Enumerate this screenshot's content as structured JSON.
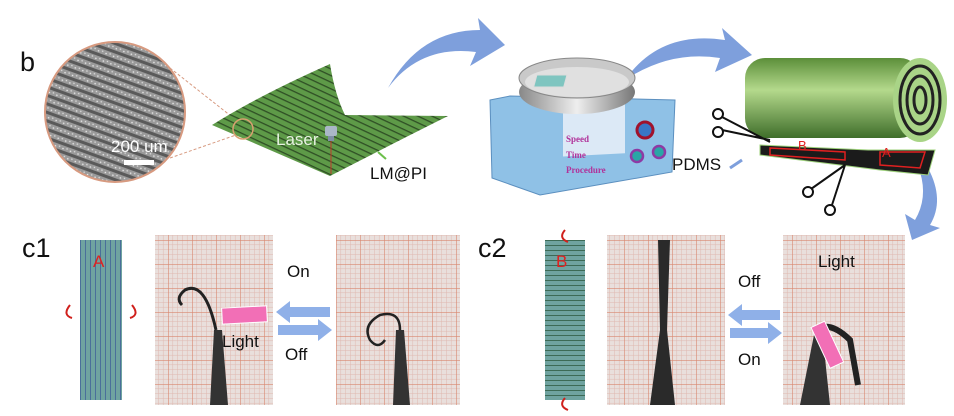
{
  "panels": {
    "b": "b",
    "c1": "c1",
    "c2": "c2"
  },
  "process": {
    "sem_scale_bar": "200 um",
    "laser_label": "Laser",
    "material_label": "LM@PI",
    "spin_coater_display": [
      "Speed",
      "Time",
      "Procedure"
    ],
    "coating_label": "PDMS",
    "cut_regions": [
      "A",
      "B"
    ]
  },
  "c1": {
    "strip_label": "A",
    "on_label": "On",
    "off_label": "Off",
    "light_label": "Light"
  },
  "c2": {
    "strip_label": "B",
    "on_label": "On",
    "off_label": "Off",
    "light_label": "Light"
  },
  "colors": {
    "arrow": "#7e9fdc",
    "sheet": "#5e9a48",
    "strip": "#6fa3a0",
    "grid": "#e8c9c2",
    "label_red": "#e02020"
  }
}
